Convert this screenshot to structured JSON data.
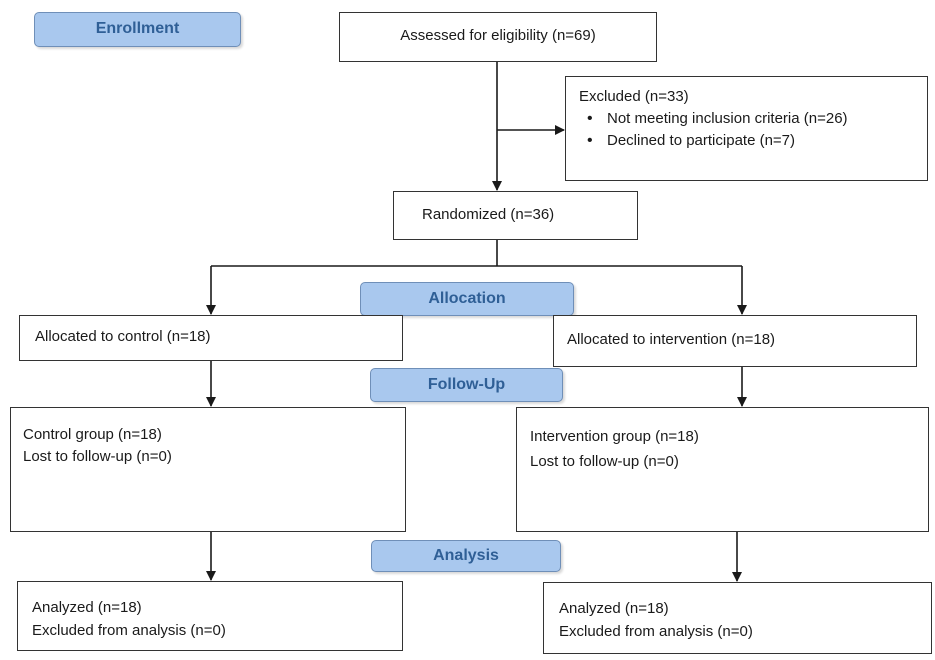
{
  "stages": {
    "enrollment": "Enrollment",
    "allocation": "Allocation",
    "follow_up": "Follow-Up",
    "analysis": "Analysis"
  },
  "assessed": "Assessed for eligibility (n=69)",
  "excluded": {
    "title": "Excluded (n=33)",
    "reasons": [
      "Not meeting inclusion criteria (n=26)",
      "Declined to participate (n=7)"
    ]
  },
  "randomized": "Randomized (n=36)",
  "control": {
    "allocated": "Allocated to control (n=18)",
    "group": "Control group (n=18)",
    "lost": "Lost to follow-up (n=0)",
    "analyzed": "Analyzed (n=18)",
    "excluded": "Excluded from analysis (n=0)"
  },
  "intervention": {
    "allocated": "Allocated to intervention (n=18)",
    "group": "Intervention group (n=18)",
    "lost": "Lost to follow-up (n=0)",
    "analyzed": "Analyzed (n=18)",
    "excluded": "Excluded from analysis (n=0)"
  },
  "colors": {
    "stage_fill": "#a9c8ee",
    "stage_text": "#2f5f96",
    "stage_border": "#6f8fb8",
    "box_border": "#333333",
    "connector": "#1a1a1a"
  }
}
